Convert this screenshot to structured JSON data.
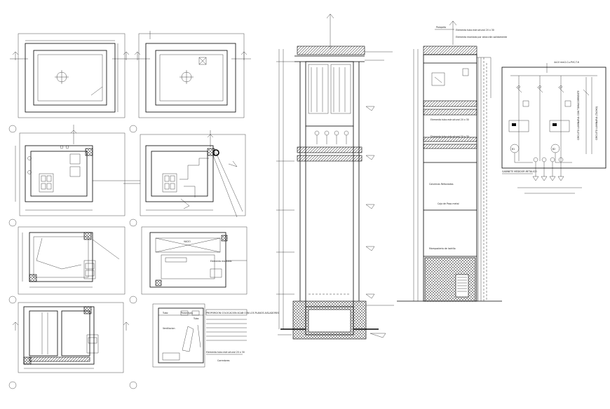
{
  "labels": {
    "parapet_top": "Parapeto",
    "tube_top": "Elemento tubo estructural 20 x 30",
    "note_top": "Elemento montado por atracción solidamente",
    "tube_mid1": "Elemento tubo estructural 20 x 30",
    "tube_mid2": "Elemento tubo estructural 20 x 30",
    "block_label": "Columnas Reforzadas",
    "metal_box": "Caja de Paso metal",
    "base_label": "Mamposteria de ladrillo",
    "b1": "B1",
    "b2": "B2",
    "circuit_note": "CIRCUITO LUMINARIA CON TOMACORRIENTE",
    "circuit_note2": "CIRCUITO LUMINARIA (TACHO)",
    "bottom_note": "GABINETE MEDIDOR METALICO",
    "plan_note_1": "Elemento montado",
    "plan_note_2": "Corredores",
    "plan_title_note": "PROPORCION COLOCACION ACAB CON LOS PLANOS AISLADORES",
    "plan_small_1": "Tubo",
    "plan_small_2": "Pararrayos",
    "plan_small_3": "Tubo",
    "plan_small_4": "Ventilacion",
    "room_label": "VACIO",
    "calc_top": "4x10 mm2-Cu-PVC-T-6",
    "tube_note_bottom": "Elemento tubo estructural 20 x 30"
  }
}
